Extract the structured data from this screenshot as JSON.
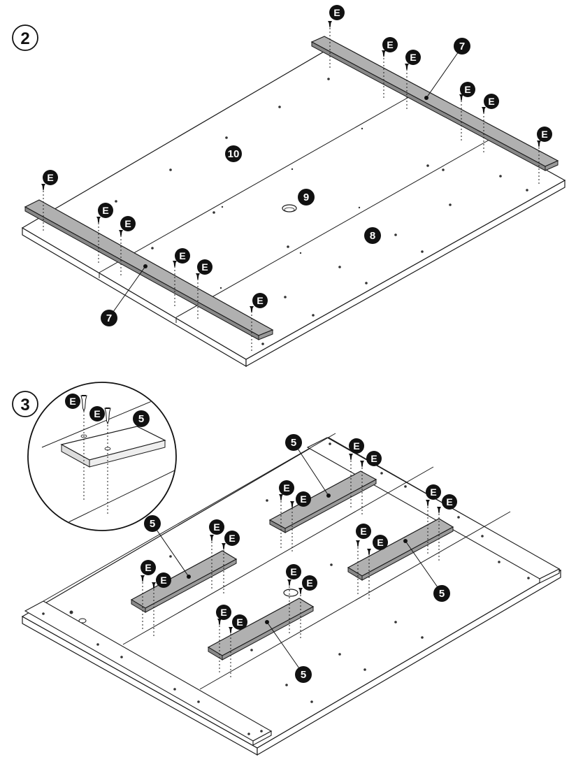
{
  "steps": [
    {
      "number": "2"
    },
    {
      "number": "3"
    }
  ],
  "labels": {
    "rail": "7",
    "panel_main": "8",
    "hole": "9",
    "panel_top": "10",
    "slat": "5",
    "screw": "E"
  },
  "colors": {
    "line": "#1a1a1a",
    "board_fill": "#b0b0b0",
    "panel_fill": "#ffffff",
    "callout_fill": "#111111",
    "callout_text": "#ffffff"
  }
}
